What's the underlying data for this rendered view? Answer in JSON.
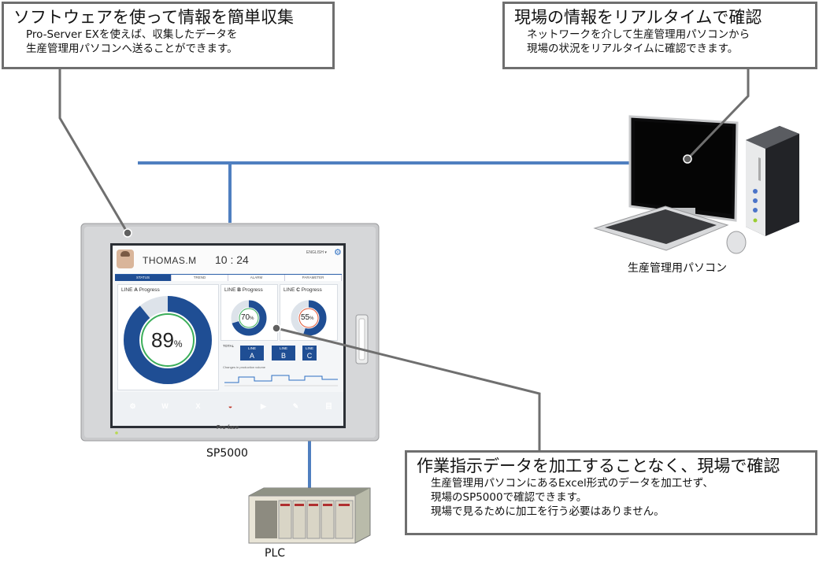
{
  "callouts": {
    "software": {
      "title": "ソフトウェアを使って情報を簡単収集",
      "lines": [
        "Pro-Server EXを使えば、収集したデータを",
        "生産管理用パソコンへ送ることができます。"
      ]
    },
    "realtime": {
      "title": "現場の情報をリアルタイムで確認",
      "lines": [
        "ネットワークを介して生産管理用パソコンから",
        "現場の状況をリアルタイムに確認できます。"
      ]
    },
    "noprocess": {
      "title": "作業指示データを加工することなく、現場で確認",
      "lines": [
        "生産管理用パソコンにあるExcel形式のデータを加工せず、",
        "現場のSP5000で確認できます。",
        "現場で見るために加工を行う必要はありません。"
      ]
    }
  },
  "devices": {
    "hmi_label": "SP5000",
    "pc_label": "生産管理用パソコン",
    "plc_label": "PLC",
    "hmi_brand": "Pro-face"
  },
  "hmi": {
    "user": "THOMAS.M",
    "time": "10 : 24",
    "language": "ENGLISH ▾",
    "tabs": [
      "STATUS",
      "TREND",
      "ALARM",
      "PARAMETER"
    ],
    "line_a": {
      "title_pre": "LINE ",
      "title_letter": "A",
      "title_post": " Progress",
      "value": "89",
      "unit": "%",
      "fraction": 0.89
    },
    "line_b": {
      "title_pre": "LINE ",
      "title_letter": "B",
      "title_post": " Progress",
      "value": "70",
      "unit": "%",
      "fraction": 0.7
    },
    "line_c": {
      "title_pre": "LINE ",
      "title_letter": "C",
      "title_post": " Progress",
      "value": "55",
      "unit": "%",
      "fraction": 0.55
    },
    "total_label": "TOTAL",
    "line_buttons": [
      {
        "label": "LINE",
        "letter": "A"
      },
      {
        "label": "LINE",
        "letter": "B"
      },
      {
        "label": "LINE",
        "letter": "C"
      }
    ],
    "chart_caption": "Changes in production volume",
    "apps": [
      {
        "icon": "settings-app-icon",
        "glyph": "⚙",
        "color": "#4a90d9"
      },
      {
        "icon": "word-app-icon",
        "glyph": "W",
        "color": "#2b5fb4"
      },
      {
        "icon": "excel-app-icon",
        "glyph": "X",
        "color": "#2e8b3e"
      },
      {
        "icon": "paint-app-icon",
        "glyph": "◒",
        "color": "#e8e8e8"
      },
      {
        "icon": "play-app-icon",
        "glyph": "▶",
        "color": "#f39a1e"
      },
      {
        "icon": "pen-app-icon",
        "glyph": "✎",
        "color": "#6dbf3c"
      },
      {
        "icon": "book-app-icon",
        "glyph": "目",
        "color": "#d8336a"
      }
    ]
  },
  "colors": {
    "network_line": "#4f7fc0",
    "leader_line": "#6f6f6f",
    "hmi_blue": "#1f4e94"
  }
}
